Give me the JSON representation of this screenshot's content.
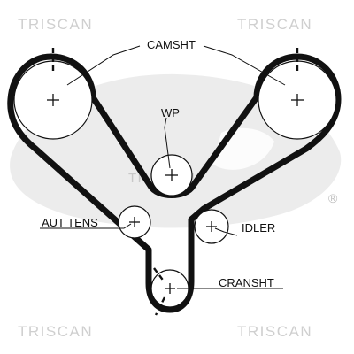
{
  "watermarks": {
    "top_left": "TRISCAN",
    "top_right": "TRISCAN",
    "center": "TRISCAN",
    "bottom_left": "TRISCAN",
    "bottom_right": "TRISCAN"
  },
  "labels": {
    "camshaft": "CAMSHT",
    "water_pump": "WP",
    "auto_tensioner": "AUT TENS",
    "idler": "IDLER",
    "crankshaft": "CRANSHT"
  },
  "logo": {
    "registered_mark": "®"
  },
  "colors": {
    "belt": "#111111",
    "watermark": "#cfcfcf",
    "logo_shape": "#ececec"
  }
}
